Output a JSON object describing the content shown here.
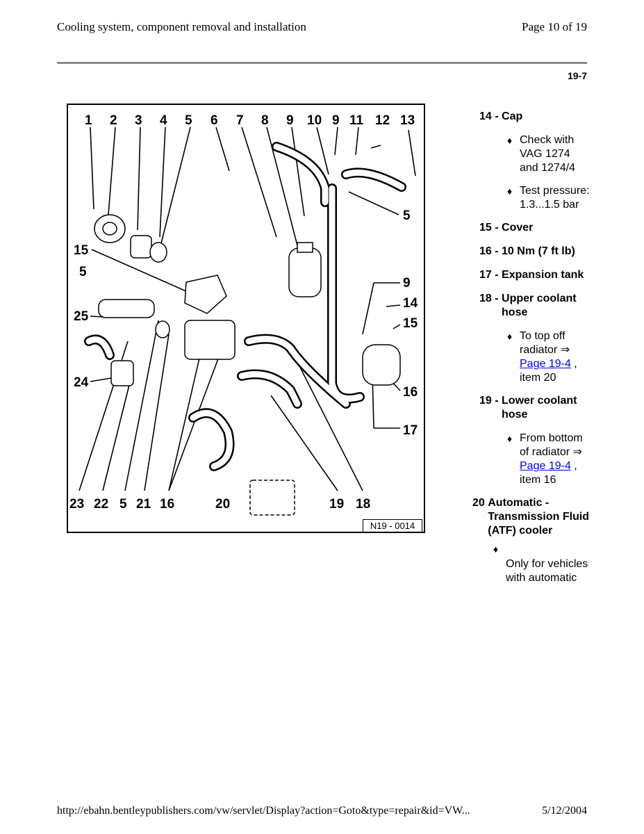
{
  "header": {
    "title": "Cooling system, component removal and installation",
    "page": "Page 10 of 19"
  },
  "section_number": "19-7",
  "figure": {
    "top_callouts": [
      "1",
      "2",
      "3",
      "4",
      "5",
      "6",
      "7",
      "8",
      "9",
      "10",
      "9",
      "11",
      "12",
      "13"
    ],
    "bottom_callouts": [
      "23",
      "22",
      "5",
      "21",
      "16",
      "20",
      "19",
      "18"
    ],
    "side_callouts": {
      "left_15": "15",
      "left_5": "5",
      "left_25": "25",
      "left_24": "24",
      "right_5": "5",
      "right_9": "9",
      "right_14": "14",
      "right_15": "15",
      "right_16": "16",
      "right_17": "17"
    },
    "tag": "N19 - 0014"
  },
  "items": {
    "i14": {
      "num": "14 - ",
      "label": "Cap",
      "notes": [
        "Check with VAG 1274 and 1274/4",
        "Test pressure: 1.3...1.5 bar"
      ]
    },
    "i15": {
      "num": "15 - ",
      "label": "Cover"
    },
    "i16": {
      "num": "16 - ",
      "label": "10 Nm (7 ft lb)"
    },
    "i17": {
      "num": "17 - ",
      "label": "Expansion tank"
    },
    "i18": {
      "num": "18 - ",
      "label": "Upper coolant hose",
      "note_pre": "To top off radiator ⇒ ",
      "note_link": "Page 19-4",
      "note_post": " , item 20"
    },
    "i19": {
      "num": "19 - ",
      "label": "Lower coolant hose",
      "note_pre": "From bottom of radiator ⇒ ",
      "note_link": "Page 19-4",
      "note_post": " , item 16"
    },
    "i20": {
      "num": "20 ",
      "label": "Automatic - Transmission Fluid (ATF) cooler",
      "note": "Only for vehicles with automatic"
    }
  },
  "bullet_glyph": "♦",
  "footer": {
    "url": "http://ebahn.bentleypublishers.com/vw/servlet/Display?action=Goto&type=repair&id=VW...",
    "date": "5/12/2004"
  }
}
